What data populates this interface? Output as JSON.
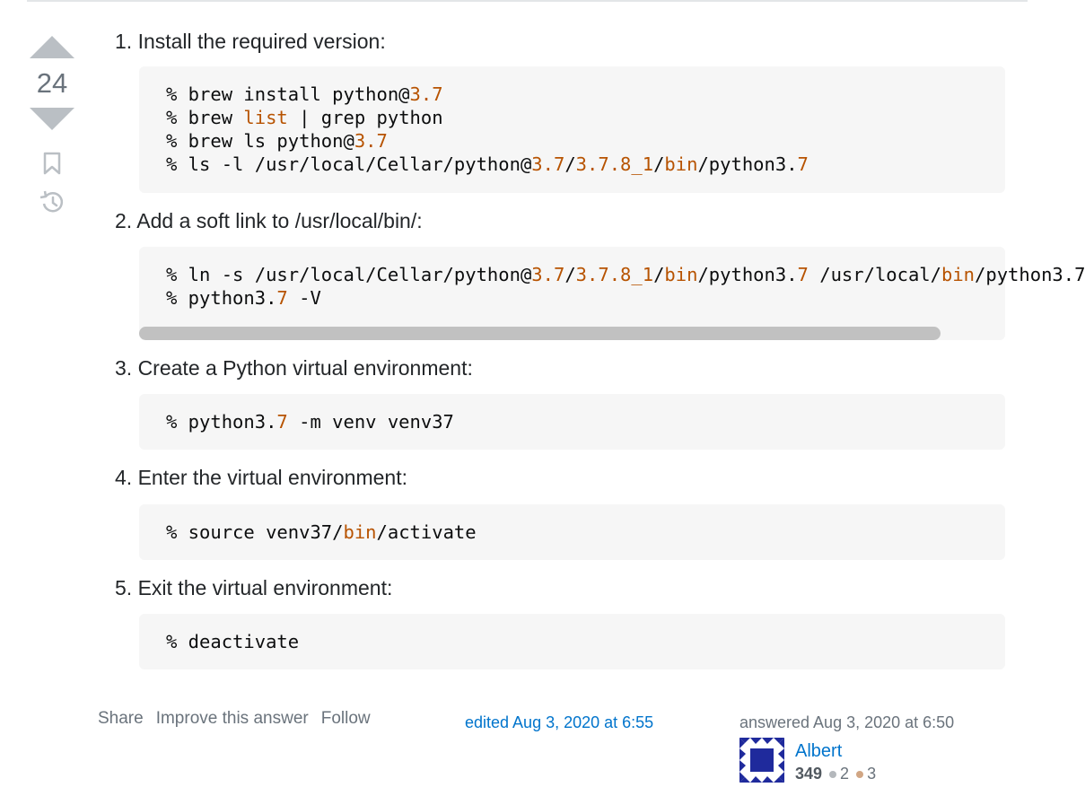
{
  "vote": {
    "count": "24"
  },
  "steps": [
    {
      "title": "1. Install the required version:",
      "lines": [
        [
          {
            "t": "% brew install python@"
          },
          {
            "t": "3.7",
            "h": true
          }
        ],
        [
          {
            "t": "% brew "
          },
          {
            "t": "list",
            "h": true
          },
          {
            "t": " | grep python"
          }
        ],
        [
          {
            "t": "% brew ls python@"
          },
          {
            "t": "3.7",
            "h": true
          }
        ],
        [
          {
            "t": "% ls -l /usr/local/Cellar/python@"
          },
          {
            "t": "3.7",
            "h": true
          },
          {
            "t": "/"
          },
          {
            "t": "3.7.8_1",
            "h": true
          },
          {
            "t": "/"
          },
          {
            "t": "bin",
            "h": true
          },
          {
            "t": "/python3."
          },
          {
            "t": "7",
            "h": true
          }
        ]
      ]
    },
    {
      "title": "2. Add a soft link to /usr/local/bin/:",
      "lines": [
        [
          {
            "t": "% ln -s /usr/local/Cellar/python@"
          },
          {
            "t": "3.7",
            "h": true
          },
          {
            "t": "/"
          },
          {
            "t": "3.7.8_1",
            "h": true
          },
          {
            "t": "/"
          },
          {
            "t": "bin",
            "h": true
          },
          {
            "t": "/python3."
          },
          {
            "t": "7",
            "h": true
          },
          {
            "t": " /usr/local/"
          },
          {
            "t": "bin",
            "h": true
          },
          {
            "t": "/python3.7"
          }
        ],
        [
          {
            "t": "% python3."
          },
          {
            "t": "7",
            "h": true
          },
          {
            "t": " -V"
          }
        ]
      ]
    },
    {
      "title": "3. Create a Python virtual environment:",
      "lines": [
        [
          {
            "t": "% python3."
          },
          {
            "t": "7",
            "h": true
          },
          {
            "t": " -m venv venv37"
          }
        ]
      ]
    },
    {
      "title": "4. Enter the virtual environment:",
      "lines": [
        [
          {
            "t": "% source venv37/"
          },
          {
            "t": "bin",
            "h": true
          },
          {
            "t": "/activate"
          }
        ]
      ]
    },
    {
      "title": "5. Exit the virtual environment:",
      "lines": [
        [
          {
            "t": "% deactivate"
          }
        ]
      ]
    }
  ],
  "footer": {
    "share": "Share",
    "improve": "Improve this answer",
    "follow": "Follow",
    "edited": "edited Aug 3, 2020 at 6:55",
    "answered": "answered Aug 3, 2020 at 6:50"
  },
  "user": {
    "name": "Albert",
    "reputation": "349",
    "silver_badges": "2",
    "bronze_badges": "3"
  },
  "colors": {
    "accent_link": "#0074cc",
    "code_highlight": "#b75301",
    "silver": "#b4b8bc",
    "bronze": "#d1a684"
  },
  "icons": [
    "vote-up-icon",
    "vote-down-icon",
    "bookmark-icon",
    "history-icon"
  ]
}
